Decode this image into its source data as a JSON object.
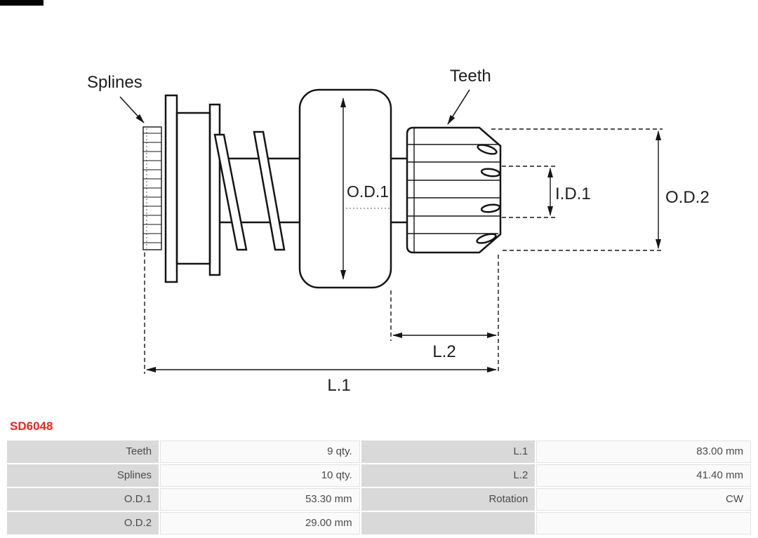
{
  "part_number": "SD6048",
  "diagram": {
    "labels": {
      "splines": "Splines",
      "teeth": "Teeth",
      "od1": "O.D.1",
      "id1": "I.D.1",
      "od2": "O.D.2",
      "l1": "L.1",
      "l2": "L.2"
    }
  },
  "table": {
    "rows": [
      {
        "cells": [
          "Teeth",
          "9 qty.",
          "L.1",
          "83.00 mm"
        ]
      },
      {
        "cells": [
          "Splines",
          "10 qty.",
          "L.2",
          "41.40 mm"
        ]
      },
      {
        "cells": [
          "O.D.1",
          "53.30 mm",
          "Rotation",
          "CW"
        ]
      },
      {
        "cells": [
          "O.D.2",
          "29.00 mm",
          "",
          ""
        ]
      }
    ]
  },
  "colors": {
    "part_number_red": "#e32622",
    "label_cell_bg": "#d9d9d9",
    "value_cell_bg": "#fafafa",
    "line_color": "#151515"
  }
}
